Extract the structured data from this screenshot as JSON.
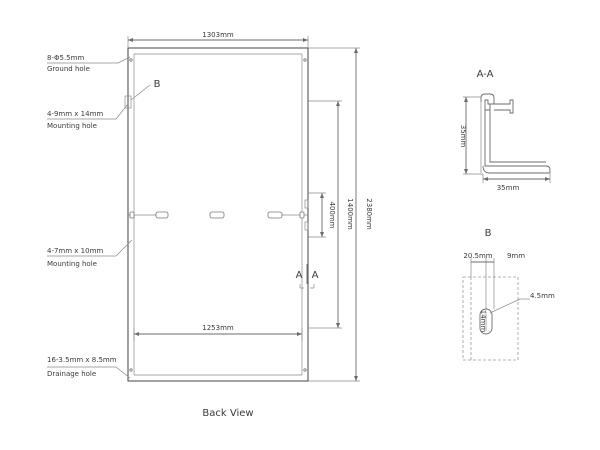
{
  "back_view": {
    "caption": "Back View",
    "dim_width": "1303mm",
    "dim_inner_width": "1253mm",
    "dim_height": "2380mm",
    "dim_frame_span": "1400mm",
    "dim_hole_span": "400mm",
    "section_letter_a1": "A",
    "section_letter_a2": "A",
    "detail_letter_b": "B",
    "callouts": {
      "ground_hole_size": "8-Φ5.5mm",
      "ground_hole_label": "Ground hole",
      "mounting_hole_1_size": "4-9mm x 14mm",
      "mounting_hole_1_label": "Mounting hole",
      "mounting_hole_2_size": "4-7mm x 10mm",
      "mounting_hole_2_label": "Mounting hole",
      "drainage_hole_size": "16-3.5mm x 8.5mm",
      "drainage_hole_label": "Drainage hole"
    }
  },
  "section_aa": {
    "title": "A-A",
    "dim_height": "35mm",
    "dim_width": "35mm"
  },
  "detail_b": {
    "title": "B",
    "dim_left": "20.5mm",
    "dim_right": "9mm",
    "dim_slot": "14mm",
    "dim_radius": "4.5mm"
  }
}
